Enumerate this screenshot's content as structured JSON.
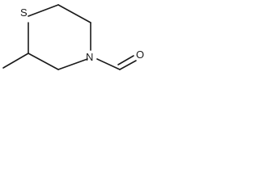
{
  "molecule": {
    "atoms": {
      "sulfur": "S",
      "nitrogen": "N",
      "oxygen": "O"
    },
    "colors": {
      "ink": "#1a1a1a",
      "background": "#ffffff"
    }
  }
}
